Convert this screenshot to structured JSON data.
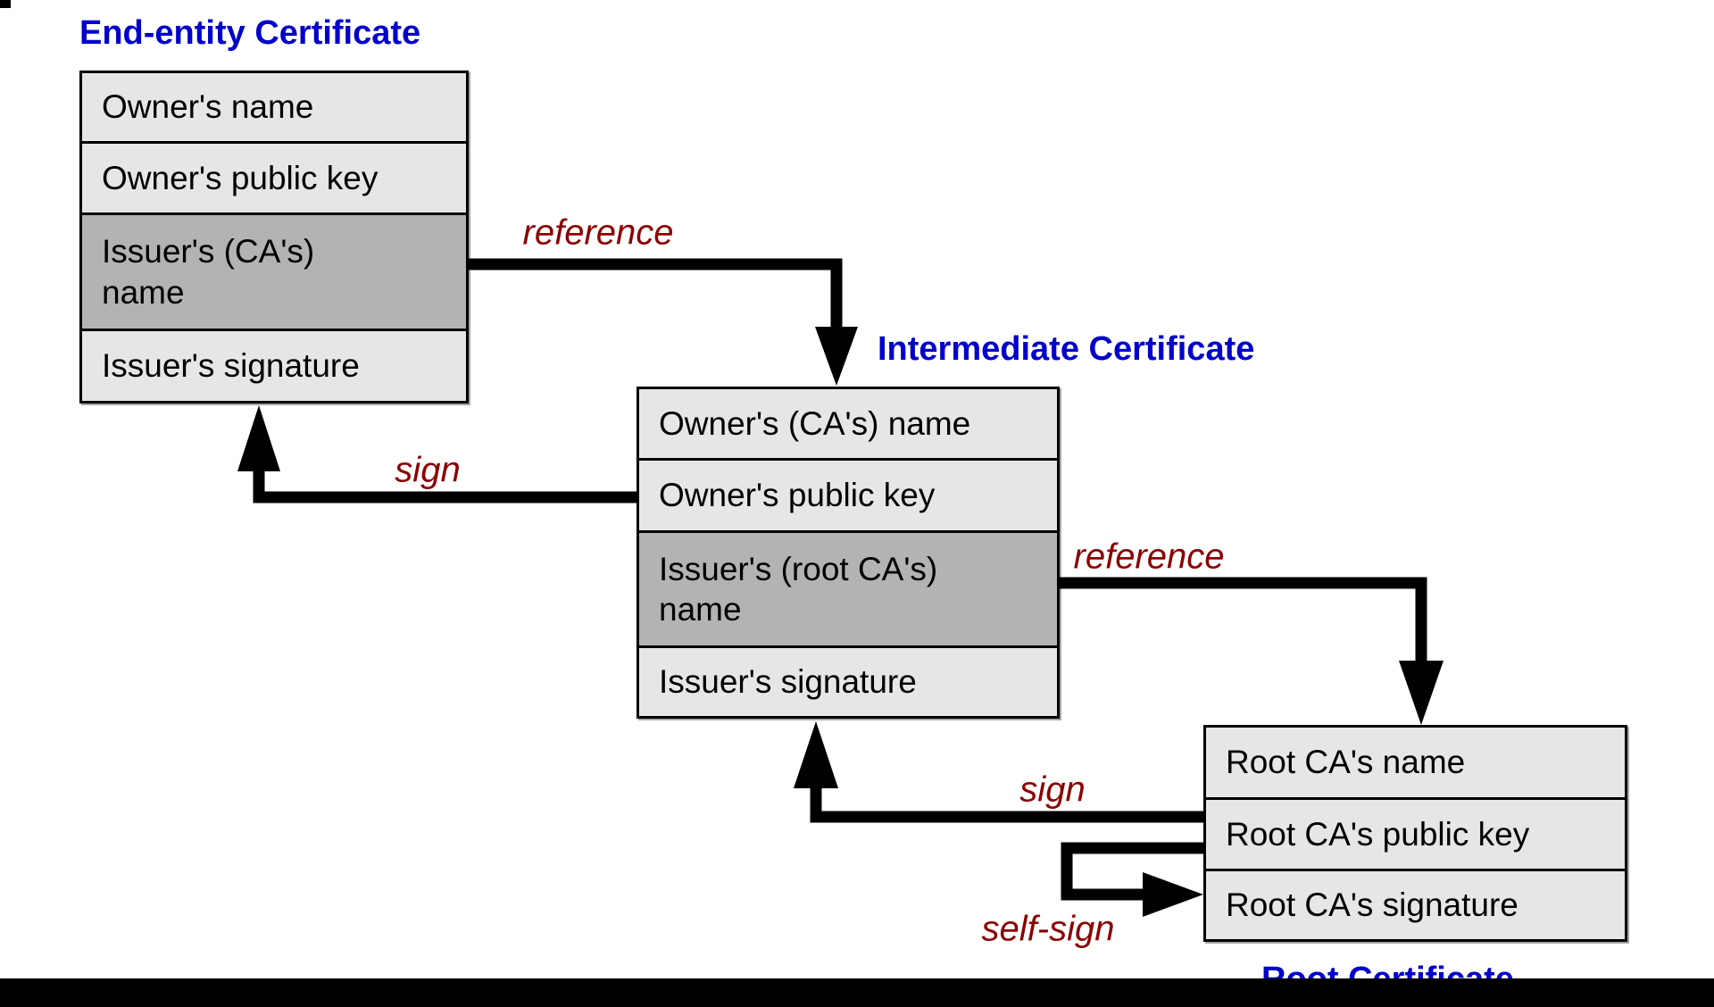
{
  "diagram": {
    "certificates": [
      {
        "title": "End-entity Certificate",
        "rows": [
          {
            "label": "Owner's name"
          },
          {
            "label": "Owner's public key"
          },
          {
            "label": "Issuer's (CA's)\nname",
            "highlighted": true
          },
          {
            "label": "Issuer's signature"
          }
        ]
      },
      {
        "title": "Intermediate Certificate",
        "rows": [
          {
            "label": "Owner's (CA's) name"
          },
          {
            "label": "Owner's public key"
          },
          {
            "label": "Issuer's (root CA's)\nname",
            "highlighted": true
          },
          {
            "label": "Issuer's signature"
          }
        ]
      },
      {
        "title": "Root Certificate",
        "rows": [
          {
            "label": "Root CA's name"
          },
          {
            "label": "Root CA's public key"
          },
          {
            "label": "Root CA's signature"
          }
        ]
      }
    ],
    "arrows": [
      {
        "label": "reference"
      },
      {
        "label": "sign"
      },
      {
        "label": "reference"
      },
      {
        "label": "sign"
      },
      {
        "label": "self-sign"
      }
    ],
    "colors": {
      "title_blue": "#0000cc",
      "label_dark_red": "#8b0000",
      "row_light_gray": "#e6e6e6",
      "row_dark_gray": "#b3b3b3",
      "arrow_black": "#000000",
      "background": "#ffffff"
    }
  }
}
